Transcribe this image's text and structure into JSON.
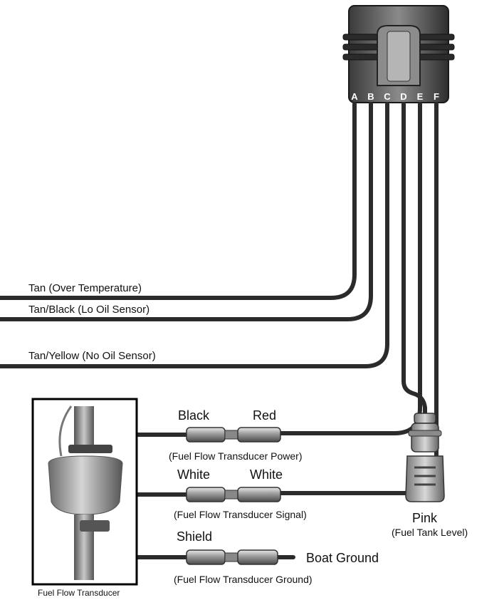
{
  "connector": {
    "pins": [
      "A",
      "B",
      "C",
      "D",
      "E",
      "F"
    ]
  },
  "wires": {
    "tan_over_temp": "Tan (Over Temperature)",
    "tan_black": "Tan/Black (Lo Oil Sensor)",
    "tan_yellow": "Tan/Yellow (No Oil Sensor)"
  },
  "fuel_flow": {
    "power_left": "Black",
    "power_right": "Red",
    "power_caption": "(Fuel Flow Transducer Power)",
    "signal_left": "White",
    "signal_right": "White",
    "signal_caption": "(Fuel Flow Transducer Signal)",
    "ground_left": "Shield",
    "ground_right": "Boat Ground",
    "ground_caption": "(Fuel Flow Transducer Ground)",
    "transducer_caption": "Fuel Flow Transducer"
  },
  "fuel_tank": {
    "color": "Pink",
    "caption": "(Fuel Tank Level)"
  }
}
